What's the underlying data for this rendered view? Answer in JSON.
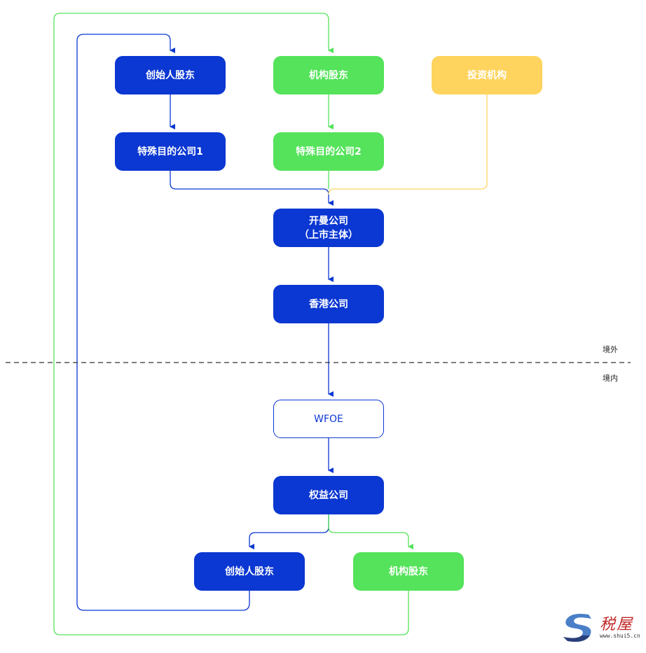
{
  "nodes": {
    "founder_top": "创始人股东",
    "inst_top": "机构股东",
    "investor": "投资机构",
    "spv1": "特殊目的公司1",
    "spv2": "特殊目的公司2",
    "cayman_line1": "开曼公司",
    "cayman_line2": "（上市主体）",
    "hk": "香港公司",
    "wfoe": "WFOE",
    "vie": "权益公司",
    "founder_bottom": "创始人股东",
    "inst_bottom": "机构股东"
  },
  "zones": {
    "offshore": "境外",
    "onshore": "境内"
  },
  "watermark": {
    "text": "税屋",
    "url": "www.shui5.cn"
  },
  "colors": {
    "blue": "#0b37d2",
    "green": "#54e35a",
    "yellow": "#ffd45e"
  }
}
